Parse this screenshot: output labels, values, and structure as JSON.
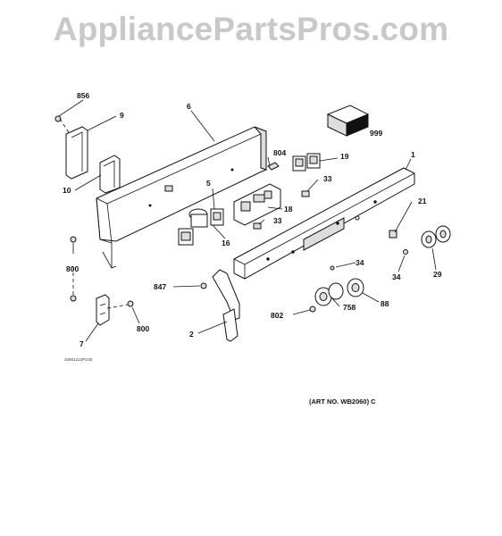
{
  "watermark": "AppliancePartsPros.com",
  "drawing_code": "32651212PC00",
  "art_no": "(ART NO. WB2060) C",
  "callouts": {
    "c856": "856",
    "c9": "9",
    "c6": "6",
    "c999": "999",
    "c10": "10",
    "c804": "804",
    "c19": "19",
    "c1": "1",
    "c5": "5",
    "c33a": "33",
    "c18": "18",
    "c33b": "33",
    "c16": "16",
    "c21": "21",
    "c800a": "800",
    "c34a": "34",
    "c34b": "34",
    "c29": "29",
    "c847": "847",
    "c758": "758",
    "c88": "88",
    "c802": "802",
    "c800b": "800",
    "c2": "2",
    "c7": "7"
  }
}
